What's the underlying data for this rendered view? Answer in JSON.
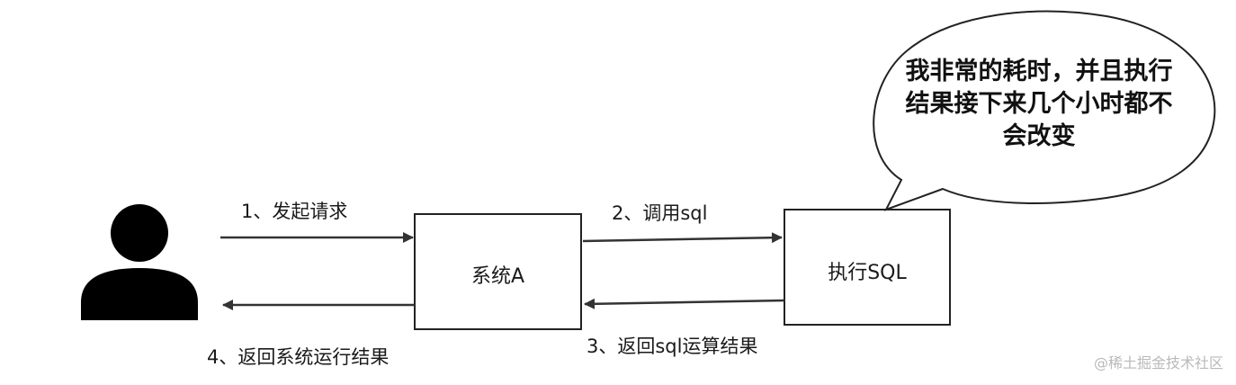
{
  "nodes": {
    "system_a": "系统A",
    "execute_sql": "执行SQL"
  },
  "edges": {
    "step1": "1、发起请求",
    "step2": "2、调用sql",
    "step3": "3、返回sql运算结果",
    "step4": "4、返回系统运行结果"
  },
  "bubble": {
    "lines": [
      "我非常的耗时，并且执行",
      "结果接下来几个小时都不",
      "会改变"
    ]
  },
  "watermark": "@稀土掘金技术社区",
  "icons": [
    "user-icon"
  ]
}
